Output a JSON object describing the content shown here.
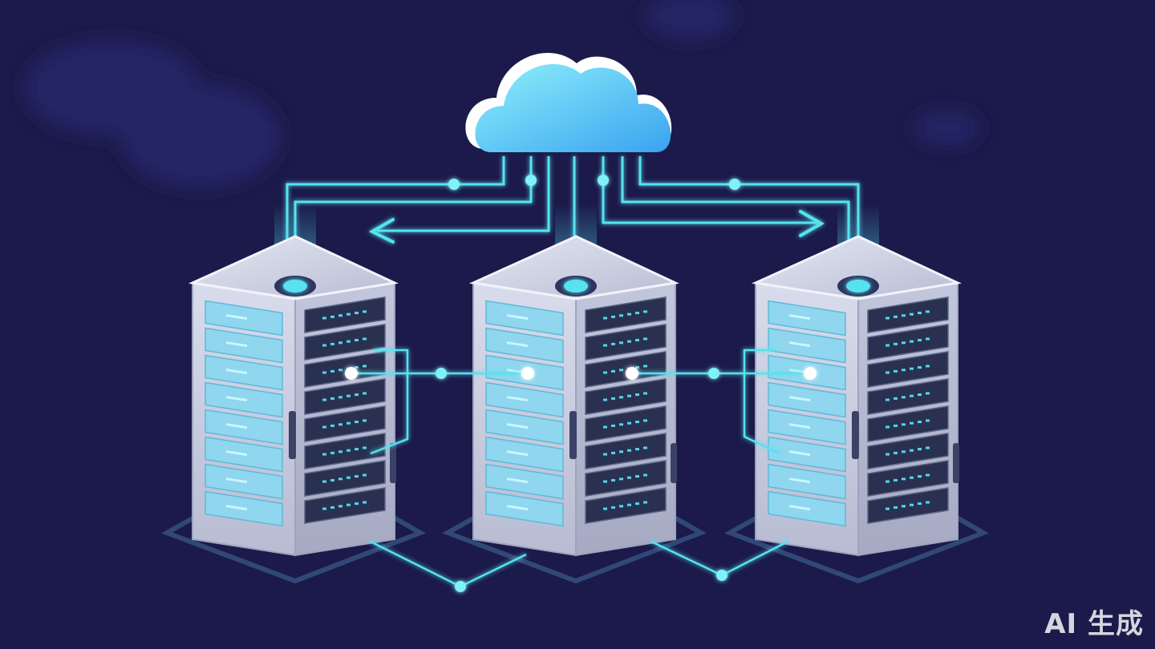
{
  "watermark": {
    "text": "AI 生成"
  },
  "palette": {
    "background": "#1b1a4a",
    "cloud_light": "#7fe3f8",
    "cloud_dark": "#3aa6f0",
    "circuit": "#56e3ef",
    "rack_frame": "#cfd3e6",
    "rack_dark_panel": "#2a3150",
    "rack_light_panel": "#8fd6ee"
  },
  "scene": {
    "cloud": {
      "icon": "cloud-icon"
    },
    "racks": [
      {
        "name": "server-rack-left",
        "icon": "server-rack-icon"
      },
      {
        "name": "server-rack-center",
        "icon": "server-rack-icon"
      },
      {
        "name": "server-rack-right",
        "icon": "server-rack-icon"
      }
    ],
    "arrows": [
      "arrow-left-icon",
      "arrow-right-icon"
    ]
  }
}
